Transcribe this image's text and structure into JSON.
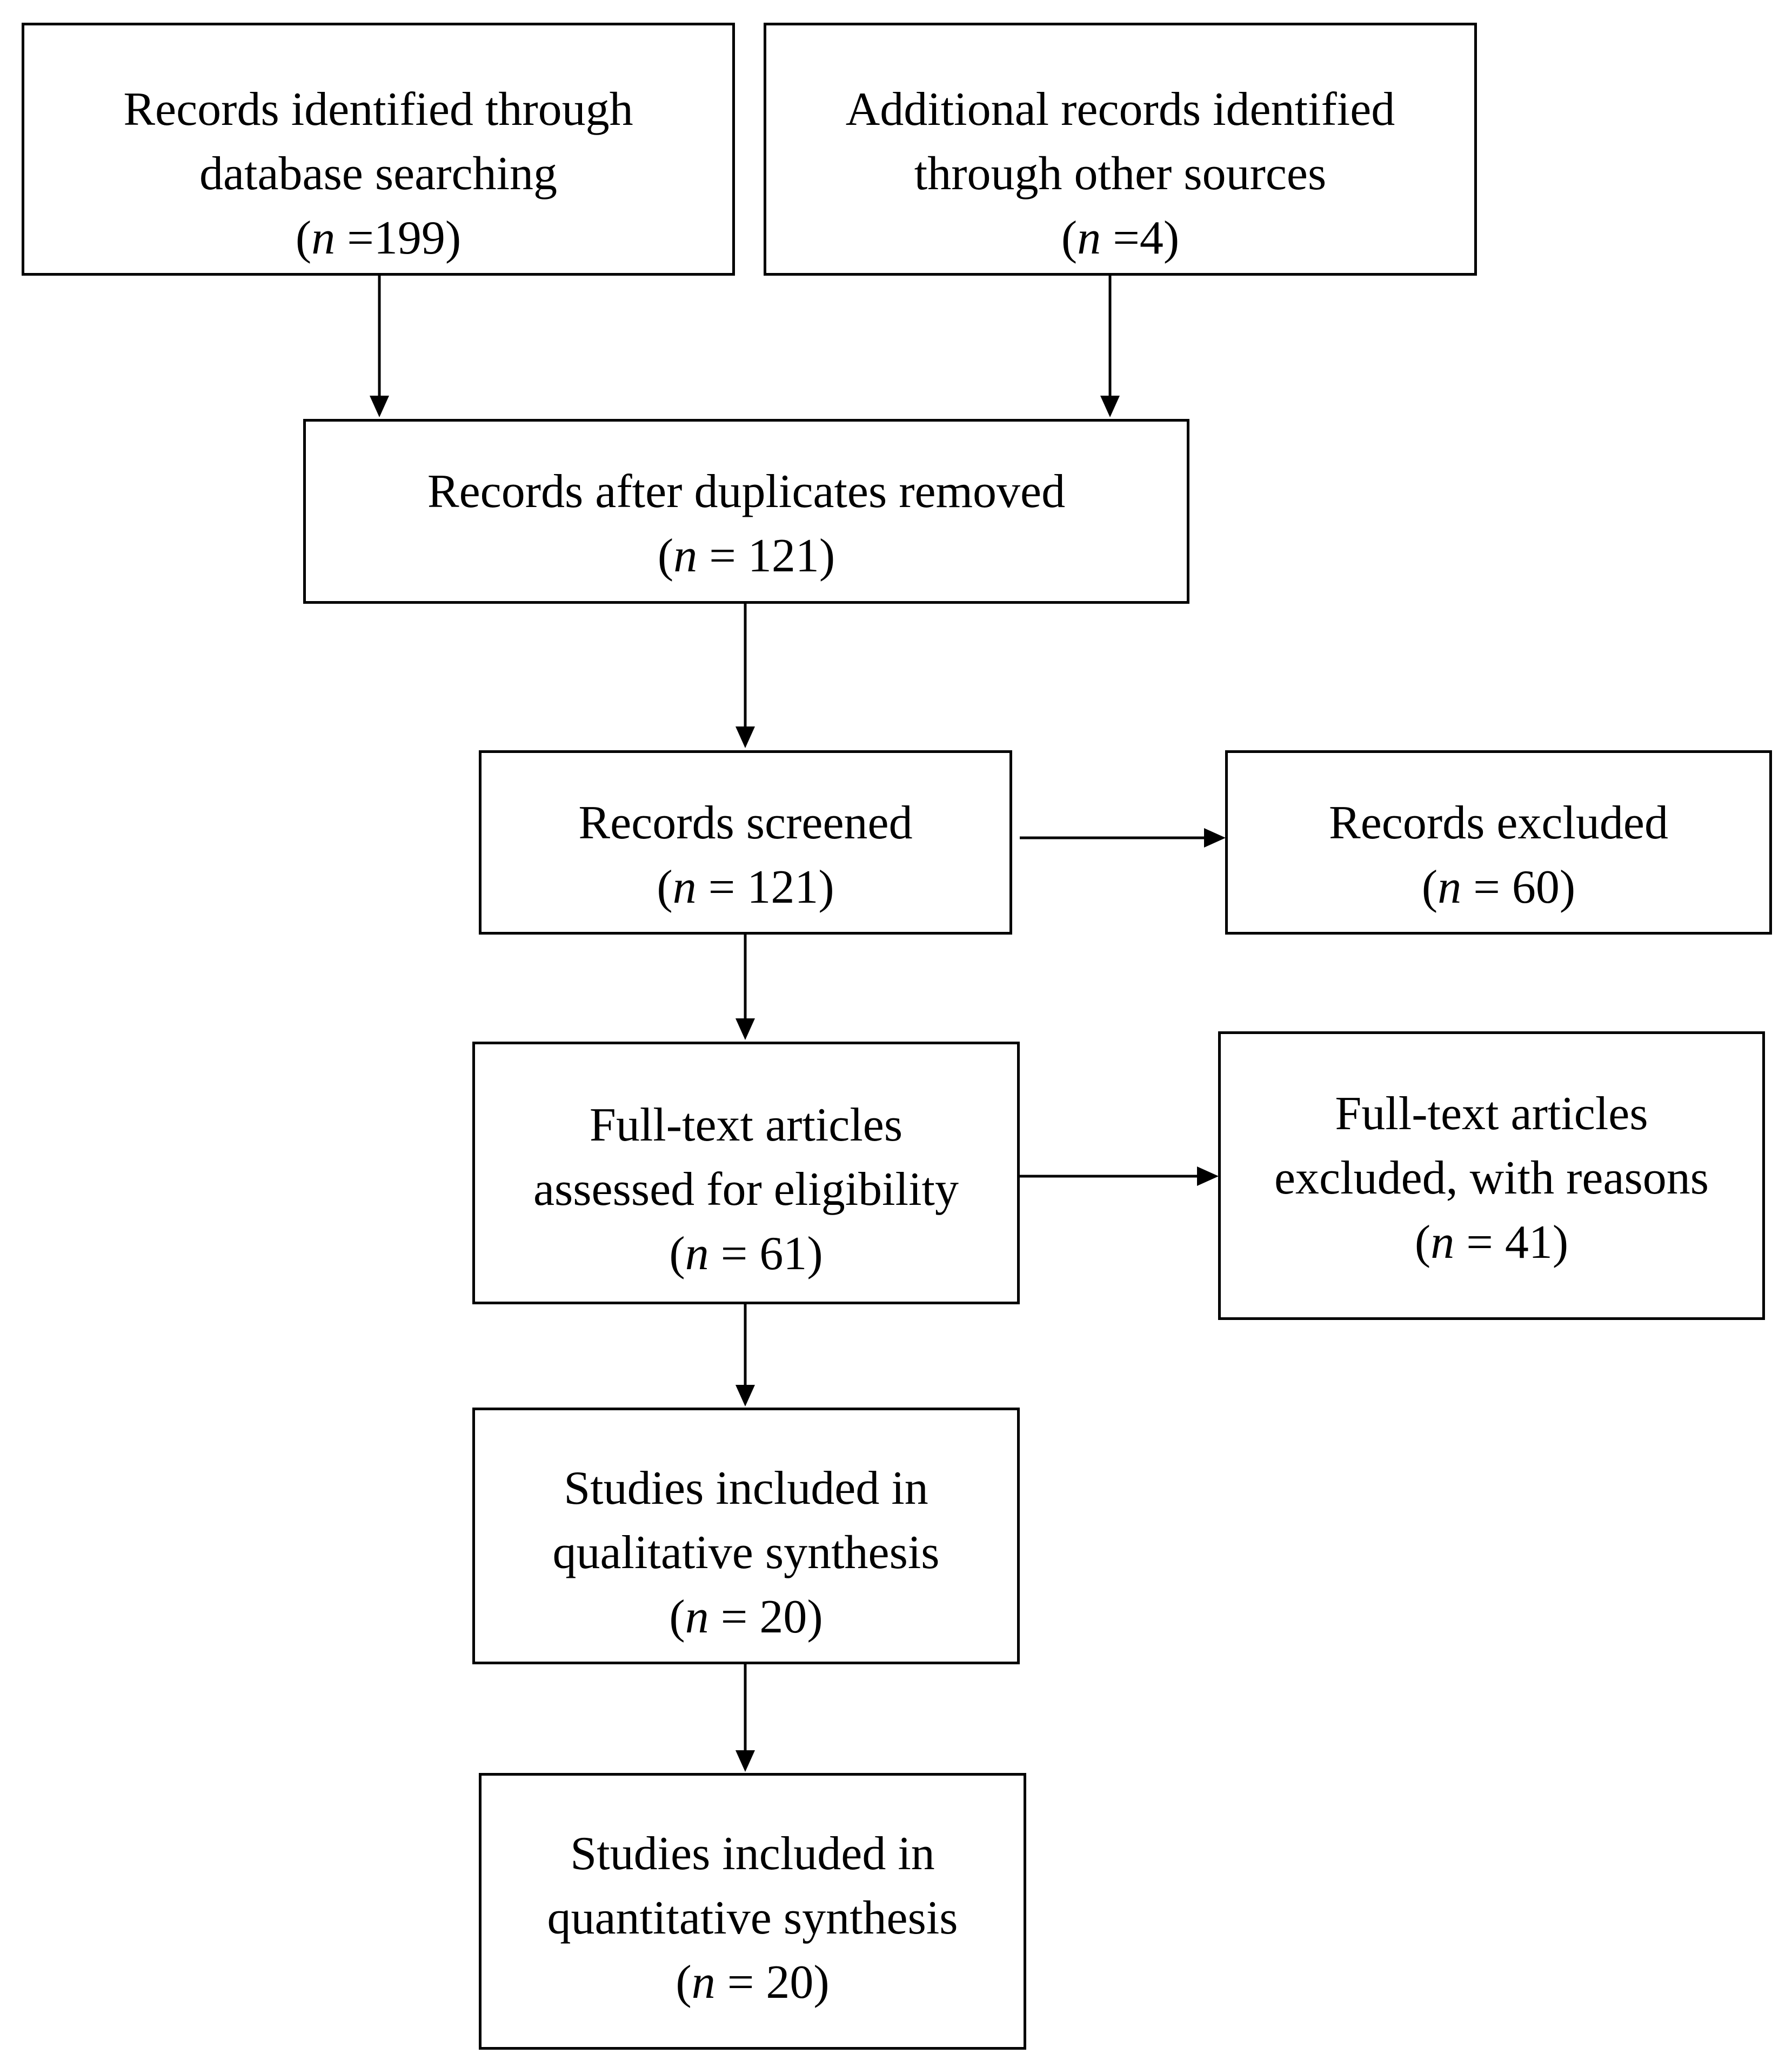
{
  "diagram": {
    "type": "PRISMA flow diagram",
    "n_symbol": "n",
    "boxes": {
      "identified_db": {
        "lines": [
          "Records identified through",
          "database searching"
        ],
        "count_prefix": "(",
        "count_suffix": " =199)"
      },
      "identified_other": {
        "lines": [
          "Additional records identified",
          "through other sources"
        ],
        "count_prefix": "(",
        "count_suffix": " =4)"
      },
      "after_duplicates": {
        "lines": [
          "Records after duplicates removed"
        ],
        "count_prefix": "(",
        "count_suffix": " = 121)"
      },
      "screened": {
        "lines": [
          "Records screened"
        ],
        "count_prefix": "(",
        "count_suffix": " = 121)"
      },
      "excluded": {
        "lines": [
          "Records excluded"
        ],
        "count_prefix": "(",
        "count_suffix": " = 60)"
      },
      "fulltext_assessed": {
        "lines": [
          "Full-text articles",
          "assessed for eligibility"
        ],
        "count_prefix": "(",
        "count_suffix": " = 61)"
      },
      "fulltext_excluded": {
        "lines": [
          "Full-text articles",
          "excluded, with reasons"
        ],
        "count_prefix": "(",
        "count_suffix": " = 41)"
      },
      "qualitative": {
        "lines": [
          "Studies included in",
          "qualitative synthesis"
        ],
        "count_prefix": "(",
        "count_suffix": " = 20)"
      },
      "quantitative": {
        "lines": [
          "Studies included in",
          "quantitative synthesis"
        ],
        "count_prefix": "(",
        "count_suffix": " = 20)"
      }
    },
    "colors": {
      "stroke": "#000000",
      "background": "#ffffff"
    }
  }
}
